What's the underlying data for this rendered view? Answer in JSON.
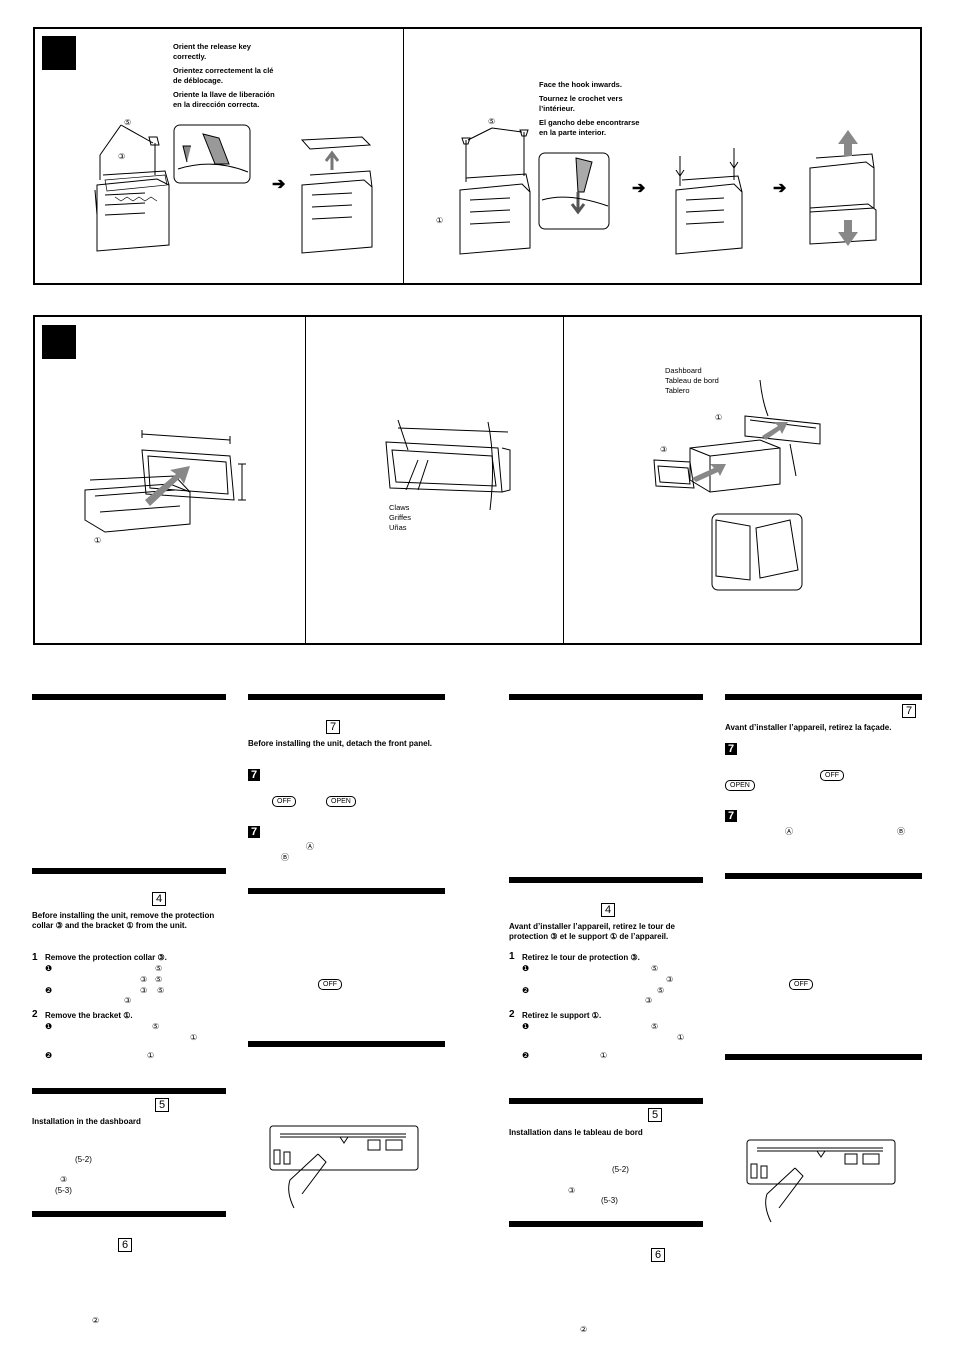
{
  "fig4": {
    "release_key_note": [
      "Orient the release key correctly.",
      "Orientez correctement la clé de déblocage.",
      "Oriente la llave de liberación en la dirección correcta."
    ],
    "hook_note": [
      "Face the hook inwards.",
      "Tournez le crochet vers l’intérieur.",
      "El gancho debe encontrarse en la parte interior."
    ],
    "label_5": "⑤",
    "label_3": "③",
    "label_1": "①",
    "arrow": "➔"
  },
  "fig5": {
    "claws": [
      "Claws",
      "Griffes",
      "Uñas"
    ],
    "dashboard": [
      "Dashboard",
      "Tableau de bord",
      "Tablero"
    ],
    "label_1": "①",
    "label_3": "③"
  },
  "col1": {
    "sec4_num": "4",
    "sec4_intro": "Before installing the unit, remove the protection collar ③ and the bracket ① from the unit.",
    "step1_num": "1",
    "step1": "Remove the protection collar ③.",
    "step2_num": "2",
    "step2": "Remove the bracket ①.",
    "sec5_num": "5",
    "sec5_title": "Installation in the dashboard",
    "ref_5_2": "(5-2)",
    "ref_5_3": "(5-3)",
    "sec6_num": "6"
  },
  "col2": {
    "sec7_num": "7",
    "sec7_intro": "Before installing the unit, detach the front panel.",
    "off": "OFF",
    "open": "OPEN",
    "a": "Ⓐ",
    "b": "Ⓑ"
  },
  "col3": {
    "sec4_num": "4",
    "sec4_intro": "Avant d’installer l’appareil, retirez le tour de protection ③ et le support ① de l’appareil.",
    "step1_num": "1",
    "step1": "Retirez le tour de protection ③.",
    "step2_num": "2",
    "step2": "Retirez le support ①.",
    "sec5_num": "5",
    "sec5_title": "Installation dans le tableau de bord",
    "ref_5_2": "(5-2)",
    "ref_5_3": "(5-3)",
    "sec6_num": "6"
  },
  "col4": {
    "sec7_num": "7",
    "sec7_intro": "Avant d’installer l’appareil, retirez la façade.",
    "off": "OFF",
    "open": "OPEN",
    "a": "Ⓐ",
    "b": "Ⓑ"
  }
}
